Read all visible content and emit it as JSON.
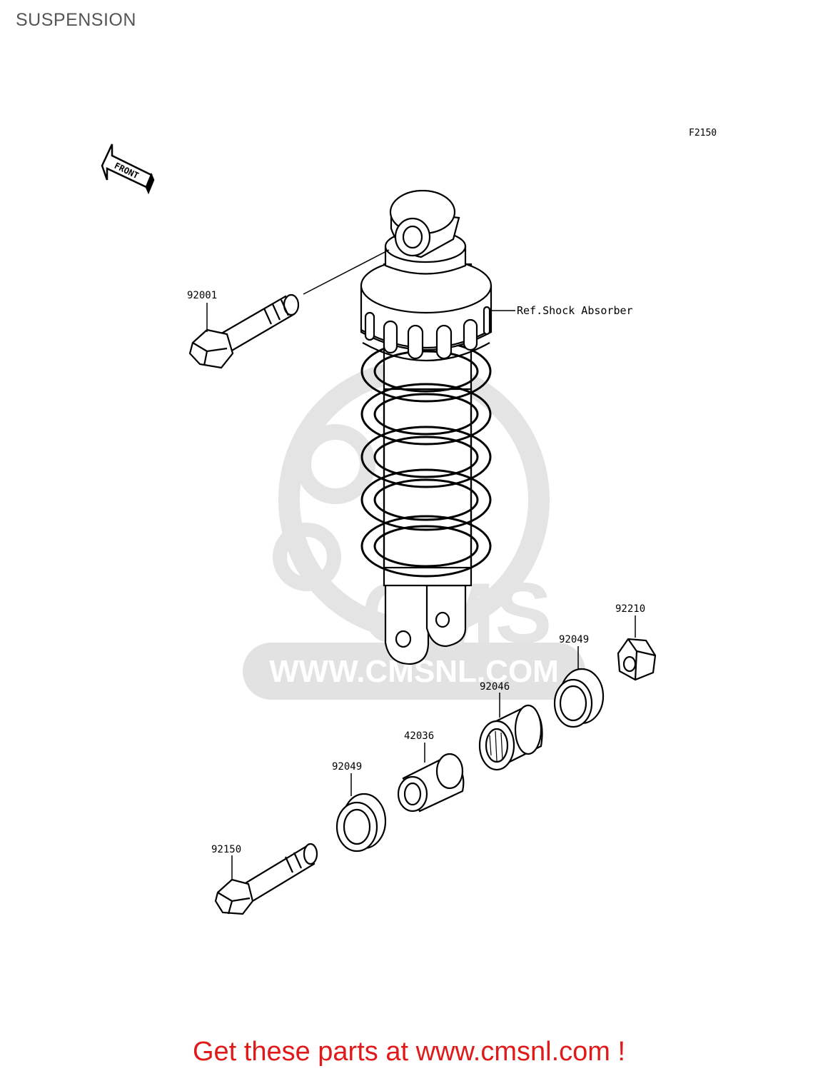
{
  "page": {
    "title": "SUSPENSION"
  },
  "figure_code": "F2150",
  "front_arrow_label": "FRONT",
  "reference_label": "Ref.Shock Absorber",
  "part_numbers": {
    "upper_bolt": "92001",
    "nut": "92210",
    "right_collar": "92049",
    "needle_bearing": "92046",
    "sleeve": "42036",
    "left_collar": "92049",
    "lower_bolt": "92150"
  },
  "watermark": {
    "url_text": "WWW.CMSNL.COM",
    "logo_text": "CMS"
  },
  "footer": {
    "text": "Get these parts at www.cmsnl.com !"
  },
  "colors": {
    "line": "#000000",
    "footer": "#e01a1a",
    "watermark": "#d9d9d9",
    "title": "#555555"
  }
}
